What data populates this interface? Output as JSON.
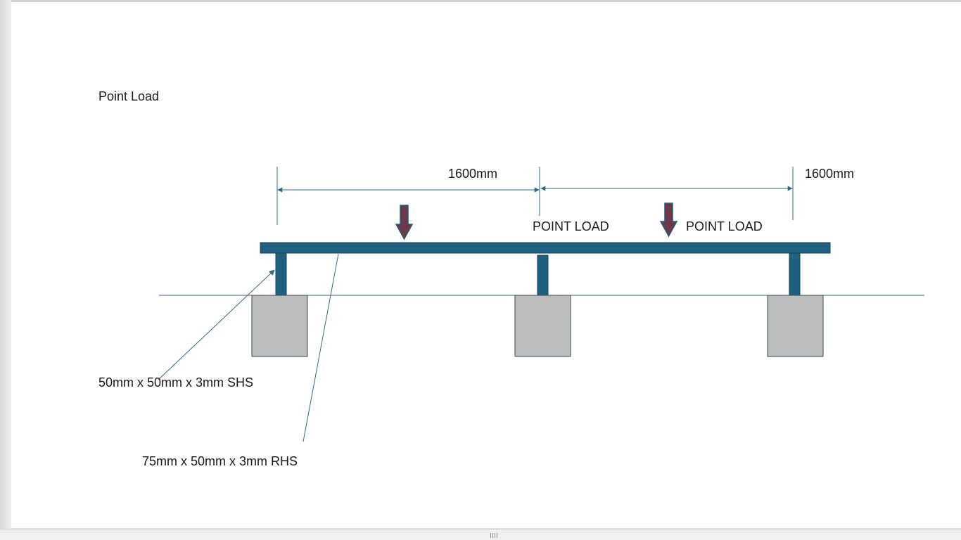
{
  "title": "Point Load",
  "dimensions": {
    "span_1": "1600mm",
    "span_2": "1600mm"
  },
  "loads": {
    "label_1": "POINT LOAD",
    "label_2": "POINT LOAD"
  },
  "members": {
    "post_label": "50mm x 50mm x 3mm SHS",
    "beam_label": "75mm x 50mm x 3mm RHS"
  },
  "colors": {
    "beam": "#1f5f7f",
    "load_arrow": "#6b3a4a",
    "footing": "#bdbdbd",
    "dimension_line": "#2e6b80"
  }
}
